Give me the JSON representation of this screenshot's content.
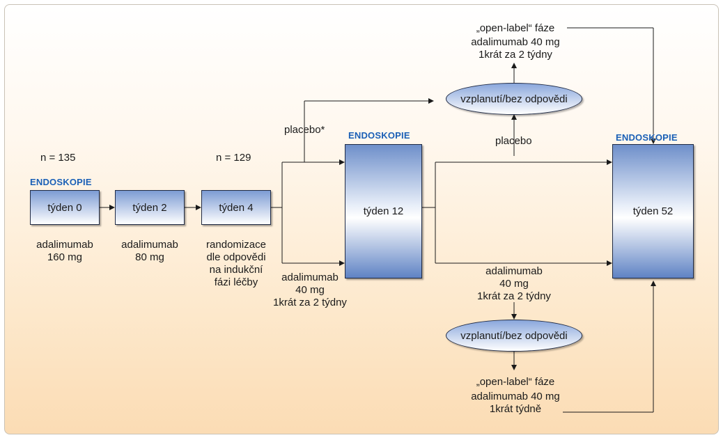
{
  "endoscopy_label": "ENDOSKOPIE",
  "counts": {
    "n_week0": "n = 135",
    "n_week4": "n = 129"
  },
  "boxes": {
    "week0": "týden 0",
    "week2": "týden 2",
    "week4": "týden 4",
    "week12": "týden 12",
    "week52": "týden 52"
  },
  "doses": {
    "week0_line1": "adalimumab",
    "week0_line2": "160 mg",
    "week2_line1": "adalimumab",
    "week2_line2": "80 mg"
  },
  "randomization": [
    "randomizace",
    "dle odpovědi",
    "na indukční",
    "fázi léčby"
  ],
  "arms": {
    "placebo_star": "placebo*",
    "ada_line1": "adalimumab",
    "ada_line2": "40 mg",
    "ada_line3": "1krát za 2 týdny",
    "placebo": "placebo",
    "ada2_line1": "adalimumab",
    "ada2_line2": "40 mg",
    "ada2_line3": "1krát za 2 týdny"
  },
  "flare_label": "vzplanutí/bez odpovědi",
  "open_label_top": [
    "„open-label“ fáze",
    "adalimumab 40 mg",
    "1krát za 2 týdny"
  ],
  "open_label_bottom": [
    "„open-label“ fáze",
    "adalimumab 40 mg",
    "1krát týdně"
  ]
}
